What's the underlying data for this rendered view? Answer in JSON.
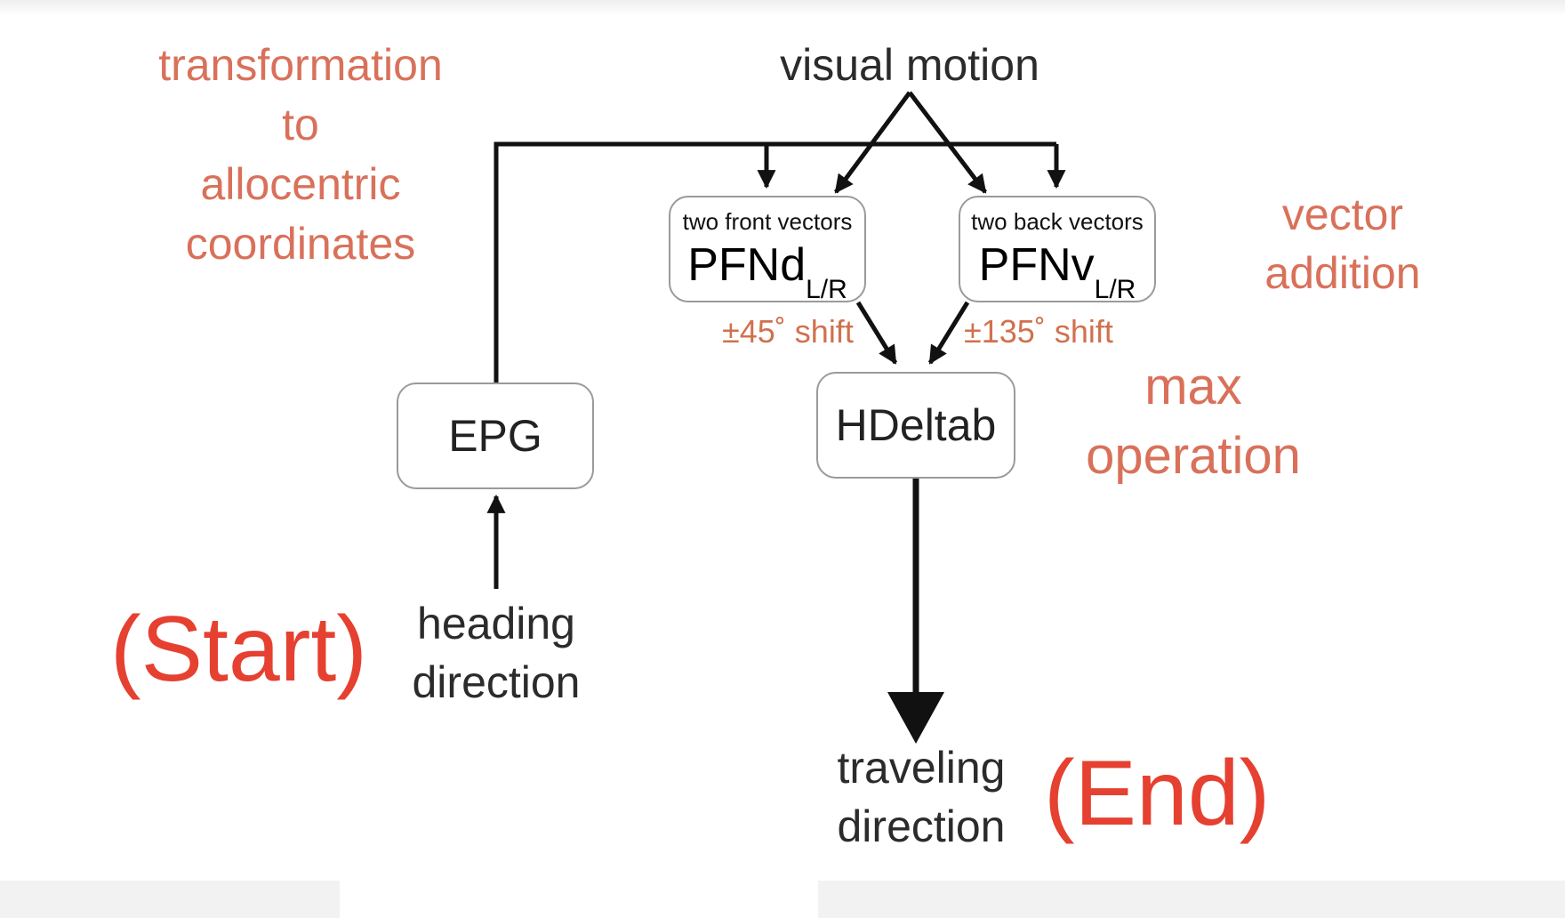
{
  "diagram": {
    "annotations": {
      "transformation_lines": [
        "transformation",
        "to",
        "allocentric",
        "coordinates"
      ],
      "vector_addition_lines": [
        "vector",
        "addition"
      ],
      "max_operation_lines": [
        "max",
        "operation"
      ],
      "start": "(Start)",
      "end": "(End)"
    },
    "inputs": {
      "visual_motion": "visual motion",
      "heading_direction_lines": [
        "heading",
        "direction"
      ]
    },
    "output": {
      "traveling_direction_lines": [
        "traveling",
        "direction"
      ]
    },
    "nodes": {
      "epg": "EPG",
      "hdeltab": "HDeltab",
      "pfnd": {
        "caption": "two front vectors",
        "name": "PFNd",
        "subscript": "L/R"
      },
      "pfnv": {
        "caption": "two back vectors",
        "name": "PFNv",
        "subscript": "L/R"
      }
    },
    "edge_labels": {
      "pfnd_shift": "±45˚ shift",
      "pfnv_shift": "±135˚ shift"
    },
    "colors": {
      "annotation": "#d9715a",
      "start_end": "#e64030",
      "shift": "#d0714e",
      "arrow": "#111111",
      "box_border": "#9a9a9a"
    }
  }
}
